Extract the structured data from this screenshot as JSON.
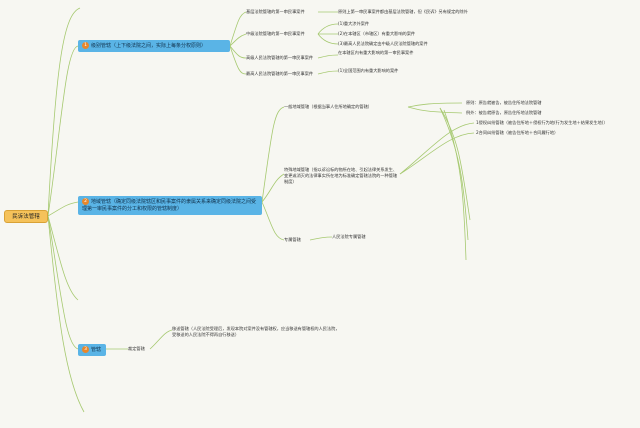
{
  "root": "民诉法管辖",
  "branches": {
    "level": {
      "num": "1",
      "label": "级别管辖（上下级法院之间，实际上每条分权原则）"
    },
    "territorial": {
      "num": "2",
      "label": "地域管辖（确定同级法院辖区和民事案件的隶属关系来确定同级法院之间受理第一审民事案件的分工和权限的管辖制度）"
    },
    "transfer": {
      "num": "3",
      "label": "管辖"
    }
  },
  "level": {
    "basic": "基层法院管辖的第一审民事案件",
    "basic_note": "原则上第一审民事案件都由基层法院管辖，但《民诉》另有规定的除外",
    "intermediate": "中级法院管辖的第一审民事案件",
    "intermediate_items": [
      "(1)重大涉外案件",
      "(2)在本辖区（市辖区）有重大影响的案件",
      "(3)最高人民法院确定由中级人民法院管辖的案件"
    ],
    "high": "高级人民法院管辖的第一审民事案件",
    "high_note": "在本辖区内有重大影响的第一审民事案件",
    "supreme": "最高人民法院管辖的第一审民事案件",
    "supreme_note": "(1)全国范围内有重大影响的案件"
  },
  "territorial": {
    "general": "一般地域管辖（根据当事人住所地确定的管辖）",
    "principle": "原则：原告就被告，被告住所地法院管辖",
    "exception": "例外：被告就原告，原告住所地法院管辖",
    "special": "特殊地域管辖（指以诉讼标的物所在地、引起法律关系发生、变更或消灭的法律事实所在地为标准确定管辖法院的一种管辖制度）",
    "special_items": [
      "1侵权纠纷管辖（被告住所地＋侵权行为地(行为发生地＋结果发生地)）",
      "2合同纠纷管辖（被告住所地＋合同履行地）"
    ],
    "exclusive": "专属管辖",
    "exclusive_note": "人民法院专属管辖"
  },
  "transfer": {
    "designated": "裁定管辖",
    "designated_note": "移送管辖（人民法院受理后，发现本院对案件没有管辖权，应当移送有管辖权的人民法院，受移送的人民法院不得再自行移送）"
  }
}
